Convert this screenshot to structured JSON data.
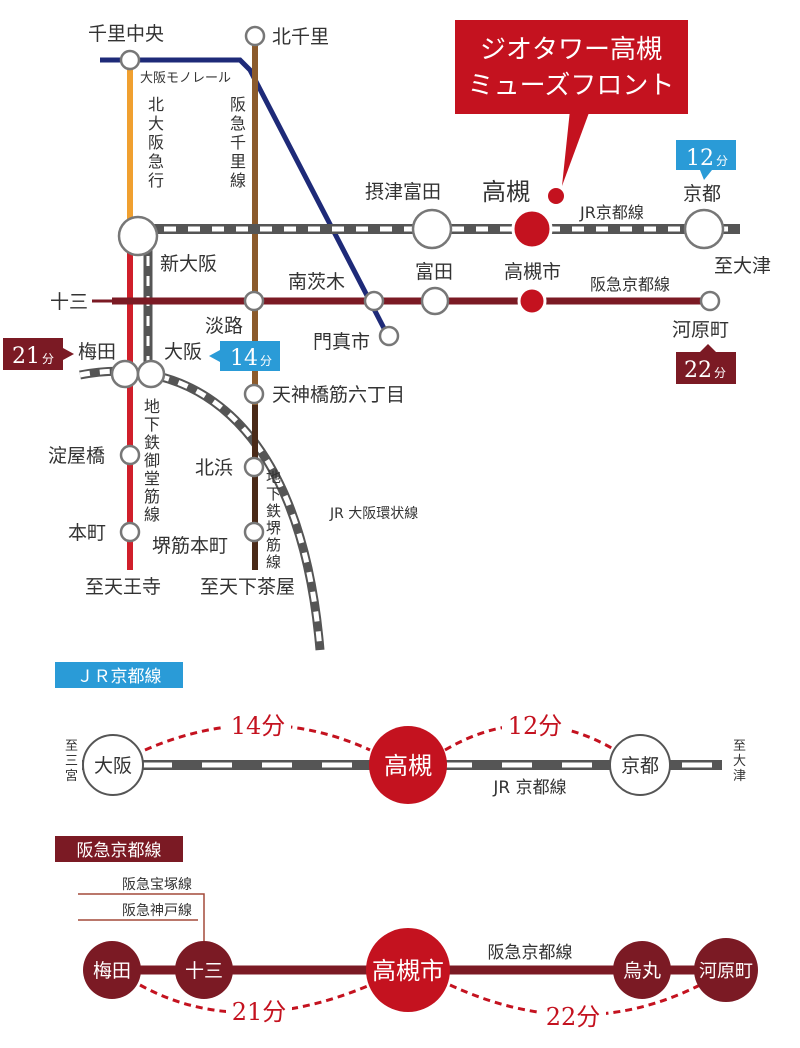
{
  "property_label": [
    "ジオタワー高槻",
    "ミューズフロント"
  ],
  "colors": {
    "brand_red": "#c4121f",
    "hankyu_maroon": "#7b1a24",
    "jr_blue": "#2a9bd7",
    "midosuji_red": "#d01f2a",
    "kitakyu_orange": "#f0a030",
    "monorail_navy": "#1e2a78",
    "senri_brown": "#8b5a2b",
    "sakaisuji_brown": "#4a2a18",
    "rail_gray": "#555555"
  },
  "map": {
    "stations": {
      "senri_chuo": "千里中央",
      "kita_senri": "北千里",
      "settsu_tonda": "摂津富田",
      "takatsuki": "高槻",
      "kyoto": "京都",
      "shin_osaka": "新大阪",
      "minami_ibaraki": "南茨木",
      "tonda": "富田",
      "takatsukishi": "高槻市",
      "juso": "十三",
      "awaji": "淡路",
      "kadoma_shi": "門真市",
      "kawaramachi": "河原町",
      "umeda": "梅田",
      "osaka": "大阪",
      "tenjinbashi": "天神橋筋六丁目",
      "yodoyabashi": "淀屋橋",
      "kitahama": "北浜",
      "honmachi": "本町",
      "sakaisuji_honmachi": "堺筋本町"
    },
    "lines": {
      "osaka_monorail": "大阪モノレール",
      "kita_osaka_kyuko": "北大阪急行",
      "hankyu_senri": "阪急千里線",
      "jr_kyoto": "JR京都線",
      "hankyu_kyoto": "阪急京都線",
      "midosuji": "地下鉄御堂筋線",
      "sakaisuji": "地下鉄堺筋線",
      "loop": "JR 大阪環状線"
    },
    "directions": {
      "otsu": "至大津",
      "tennoji": "至天王寺",
      "tenga_chaya": "至天下茶屋"
    },
    "times": {
      "kyoto": {
        "num": "12",
        "unit": "分"
      },
      "osaka": {
        "num": "14",
        "unit": "分"
      },
      "umeda": {
        "num": "21",
        "unit": "分"
      },
      "kawaramachi": {
        "num": "22",
        "unit": "分"
      }
    }
  },
  "jr_diagram": {
    "tag": "ＪＲ京都線",
    "left_dir": "至三宮",
    "right_dir": "至大津",
    "stations": [
      "大阪",
      "高槻",
      "京都"
    ],
    "times": [
      "14分",
      "12分"
    ],
    "line_label": "JR 京都線"
  },
  "hankyu_diagram": {
    "tag": "阪急京都線",
    "branches": [
      "阪急宝塚線",
      "阪急神戸線"
    ],
    "stations": [
      "梅田",
      "十三",
      "高槻市",
      "烏丸",
      "河原町"
    ],
    "line_label": "阪急京都線",
    "times": [
      "21分",
      "22分"
    ]
  }
}
